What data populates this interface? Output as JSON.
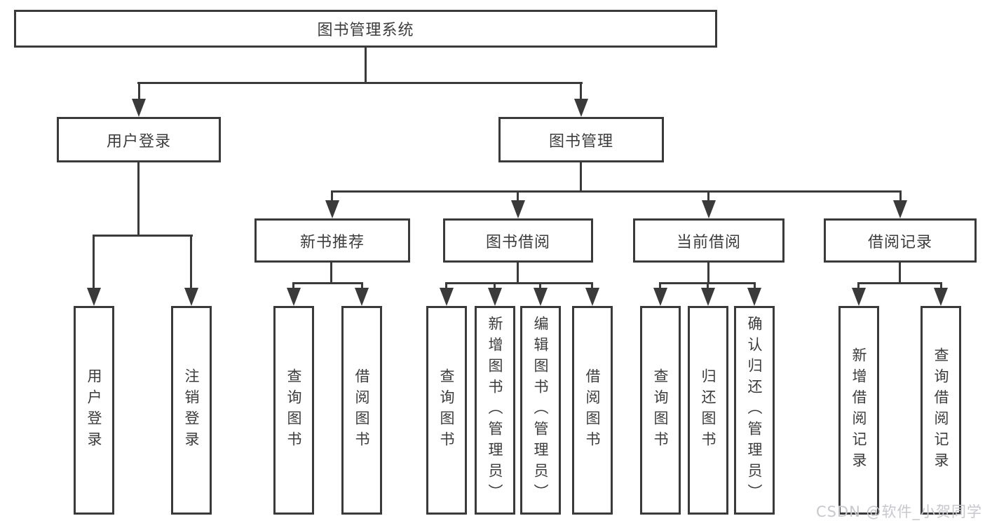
{
  "diagram": {
    "root": {
      "label": "图书管理系统"
    },
    "branches": [
      {
        "label": "用户登录",
        "children": [
          {
            "label": "用户登录"
          },
          {
            "label": "注销登录"
          }
        ]
      },
      {
        "label": "图书管理",
        "sections": [
          {
            "label": "新书推荐",
            "children": [
              {
                "label": "查询图书"
              },
              {
                "label": "借阅图书"
              }
            ]
          },
          {
            "label": "图书借阅",
            "children": [
              {
                "label": "查询图书"
              },
              {
                "label": "新增图书（管理员）"
              },
              {
                "label": "编辑图书（管理员）"
              },
              {
                "label": "借阅图书"
              }
            ]
          },
          {
            "label": "当前借阅",
            "children": [
              {
                "label": "查询图书"
              },
              {
                "label": "归还图书"
              },
              {
                "label": "确认归还（管理员）"
              }
            ]
          },
          {
            "label": "借阅记录",
            "children": [
              {
                "label": "新增借阅记录"
              },
              {
                "label": "查询借阅记录"
              }
            ]
          }
        ]
      }
    ]
  },
  "watermark": {
    "text": "CSDN @软件_小贺同学"
  },
  "colors": {
    "line": "#3a3a3a",
    "text": "#3c3c3c",
    "watermark": "#c7c7cf",
    "background": "#ffffff"
  }
}
